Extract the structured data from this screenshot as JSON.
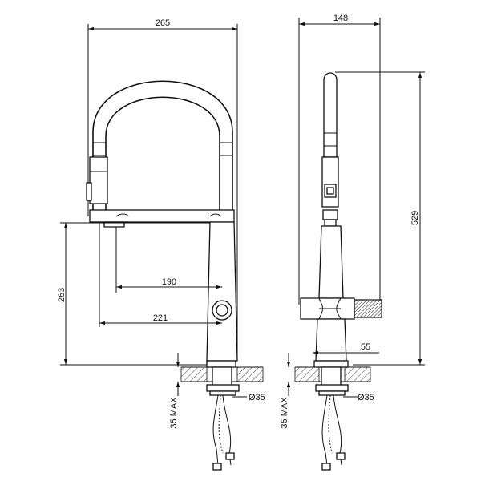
{
  "diagram": {
    "front_view": {
      "dim_width": "265",
      "dim_height": "263",
      "dim_spout_reach": "190",
      "dim_handle_reach": "221",
      "dim_shank_diameter": "Ø35",
      "dim_counter_max": "35 MAX"
    },
    "side_view": {
      "dim_depth": "148",
      "dim_total_height": "529",
      "dim_base": "55",
      "dim_shank_diameter": "Ø35",
      "dim_counter_max": "35 MAX"
    }
  }
}
